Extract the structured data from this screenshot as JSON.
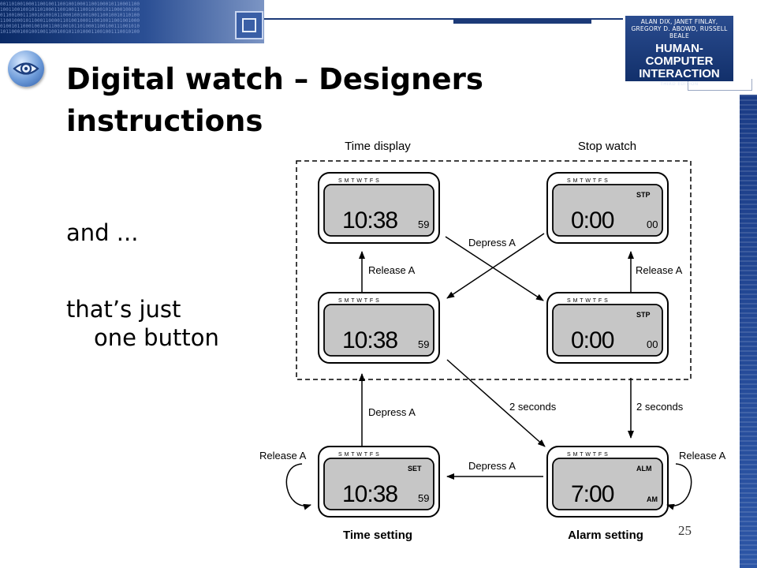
{
  "slide": {
    "title": "Digital watch – Designers instructions",
    "text_line1": "and ...",
    "text_line2": "that’s just",
    "text_line3": "one button",
    "page_number": "25"
  },
  "book_cover": {
    "authors_line1": "ALAN DIX, JANET FINLAY,",
    "authors_line2": "GREGORY D. ABOWD, RUSSELL BEALE",
    "title_line1": "HUMAN-COMPUTER",
    "title_line2": "INTERACTION",
    "edition": "THIRD EDITION"
  },
  "banner_bits": [
    "0011010010001100100110010010001100100010110001100",
    "1001100100101101000110010011100101001011000100100",
    "0110010011100101001011000100100100110010010110100",
    "1100100010110001100001101001000110010011001001000",
    "0100101100010010011001001011010001100100111001010",
    "1011000100100100110010010110100011001001110010100"
  ],
  "diagram": {
    "section_labels": {
      "time_display": "Time display",
      "stop_watch": "Stop watch",
      "time_setting": "Time setting",
      "alarm_setting": "Alarm setting"
    },
    "day_letters": "S M T W T F S",
    "watches": [
      {
        "id": "time-display-top",
        "digits": "10:38",
        "small": "59",
        "badge": ""
      },
      {
        "id": "stopwatch-top",
        "digits": "0:00",
        "small": "00",
        "badge": "STP"
      },
      {
        "id": "time-display-bottom",
        "digits": "10:38",
        "small": "59",
        "badge": ""
      },
      {
        "id": "stopwatch-bottom",
        "digits": "0:00",
        "small": "00",
        "badge": "STP"
      },
      {
        "id": "time-setting",
        "digits": "10:38",
        "small": "59",
        "badge": "SET"
      },
      {
        "id": "alarm-setting",
        "digits": "7:00",
        "small": "AM",
        "badge": "ALM"
      }
    ],
    "transition_labels": {
      "release_a_left": "Release A",
      "release_a_right": "Release A",
      "depress_a_cross": "Depress A",
      "depress_a_left": "Depress A",
      "two_seconds_diag": "2 seconds",
      "two_seconds_right": "2 seconds",
      "depress_a_bottom": "Depress A",
      "release_a_loop_left": "Release A",
      "release_a_loop_right": "Release A"
    }
  }
}
